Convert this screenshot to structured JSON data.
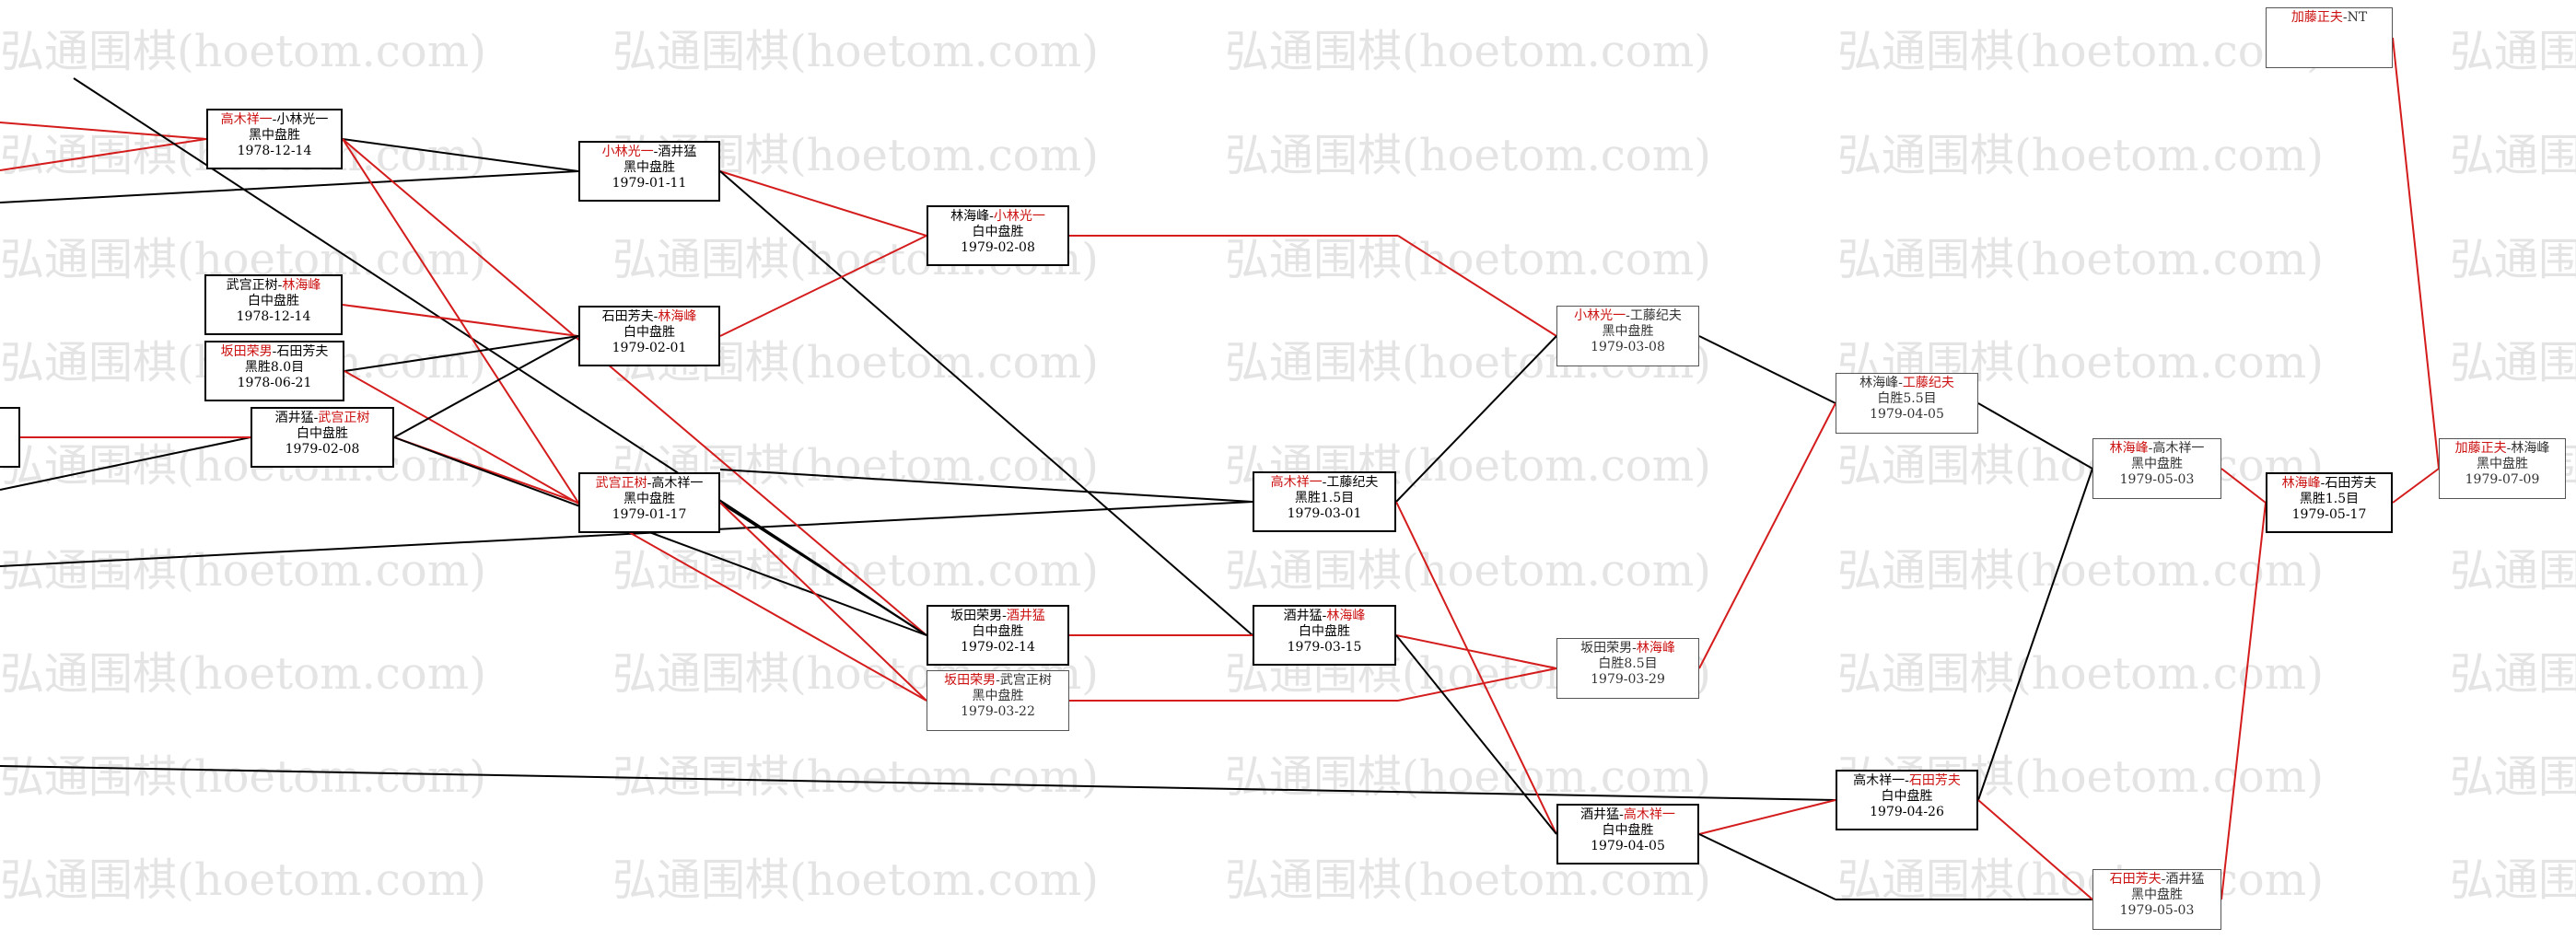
{
  "colors": {
    "winner": "#cc1111",
    "line_win": "#d41c1c",
    "line": "#000000",
    "watermark": "#e4e4e4"
  },
  "watermark_text": "弘通围棋(hoetom.com)",
  "games": [
    {
      "id": "g1",
      "p1": "高木祥一",
      "sep": "-",
      "p2": "小林光一",
      "winner": "p1",
      "result": "黑中盘胜",
      "date": "1978-12-14"
    },
    {
      "id": "g2",
      "p1": "小林光一",
      "sep": "-",
      "p2": "酒井猛",
      "winner": "p1",
      "result": "黑中盘胜",
      "date": "1979-01-11"
    },
    {
      "id": "g3",
      "p1": "林海峰",
      "sep": "-",
      "p2": "小林光一",
      "winner": "p2",
      "result": "白中盘胜",
      "date": "1979-02-08"
    },
    {
      "id": "g4",
      "p1": "武宫正树",
      "sep": "-",
      "p2": "林海峰",
      "winner": "p2",
      "result": "白中盘胜",
      "date": "1978-12-14"
    },
    {
      "id": "g5",
      "p1": "坂田荣男",
      "sep": "-",
      "p2": "石田芳夫",
      "winner": "p1",
      "result": "黑胜8.0目",
      "date": "1978-06-21"
    },
    {
      "id": "g6",
      "p1": "石田芳夫",
      "sep": "-",
      "p2": "林海峰",
      "winner": "p2",
      "result": "白中盘胜",
      "date": "1979-02-01"
    },
    {
      "id": "g7",
      "p1": "酒井猛",
      "sep": "-",
      "p2": "武宫正树",
      "winner": "p2",
      "result": "白中盘胜",
      "date": "1979-02-08"
    },
    {
      "id": "g8",
      "p1": "武宫正树",
      "sep": "-",
      "p2": "高木祥一",
      "winner": "p1",
      "result": "黑中盘胜",
      "date": "1979-01-17"
    },
    {
      "id": "g9",
      "p1": "坂田荣男",
      "sep": "-",
      "p2": "酒井猛",
      "winner": "p2",
      "result": "白中盘胜",
      "date": "1979-02-14"
    },
    {
      "id": "g10",
      "p1": "坂田荣男",
      "sep": "-",
      "p2": "武宫正树",
      "winner": "p1",
      "result": "黑中盘胜",
      "date": "1979-03-22"
    },
    {
      "id": "g11",
      "p1": "高木祥一",
      "sep": "-",
      "p2": "工藤纪夫",
      "winner": "p1",
      "result": "黑胜1.5目",
      "date": "1979-03-01"
    },
    {
      "id": "g12",
      "p1": "酒井猛",
      "sep": "-",
      "p2": "林海峰",
      "winner": "p2",
      "result": "白中盘胜",
      "date": "1979-03-15"
    },
    {
      "id": "g13",
      "p1": "小林光一",
      "sep": "-",
      "p2": "工藤纪夫",
      "winner": "p1",
      "result": "黑中盘胜",
      "date": "1979-03-08"
    },
    {
      "id": "g14",
      "p1": "坂田荣男",
      "sep": "-",
      "p2": "林海峰",
      "winner": "p2",
      "result": "白胜8.5目",
      "date": "1979-03-29"
    },
    {
      "id": "g15",
      "p1": "林海峰",
      "sep": "-",
      "p2": "工藤纪夫",
      "winner": "p2",
      "result": "白胜5.5目",
      "date": "1979-04-05"
    },
    {
      "id": "g16",
      "p1": "酒井猛",
      "sep": "-",
      "p2": "高木祥一",
      "winner": "p2",
      "result": "白中盘胜",
      "date": "1979-04-05"
    },
    {
      "id": "g17",
      "p1": "高木祥一",
      "sep": "-",
      "p2": "石田芳夫",
      "winner": "p2",
      "result": "白中盘胜",
      "date": "1979-04-26"
    },
    {
      "id": "g18",
      "p1": "林海峰",
      "sep": "-",
      "p2": "高木祥一",
      "winner": "p1",
      "result": "黑中盘胜",
      "date": "1979-05-03"
    },
    {
      "id": "g19",
      "p1": "石田芳夫",
      "sep": "-",
      "p2": "酒井猛",
      "winner": "p1",
      "result": "黑中盘胜",
      "date": "1979-05-03"
    },
    {
      "id": "g20",
      "p1": "林海峰",
      "sep": "-",
      "p2": "石田芳夫",
      "winner": "p1",
      "result": "黑胜1.5目",
      "date": "1979-05-17"
    },
    {
      "id": "g21",
      "p1": "加藤正夫",
      "sep": "-",
      "p2": "林海峰",
      "winner": "p1",
      "result": "黑中盘胜",
      "date": "1979-07-09"
    },
    {
      "id": "g22",
      "p1": "加藤正夫",
      "sep": "-",
      "p2": "NT",
      "winner": "p1",
      "result": "",
      "date": ""
    }
  ]
}
